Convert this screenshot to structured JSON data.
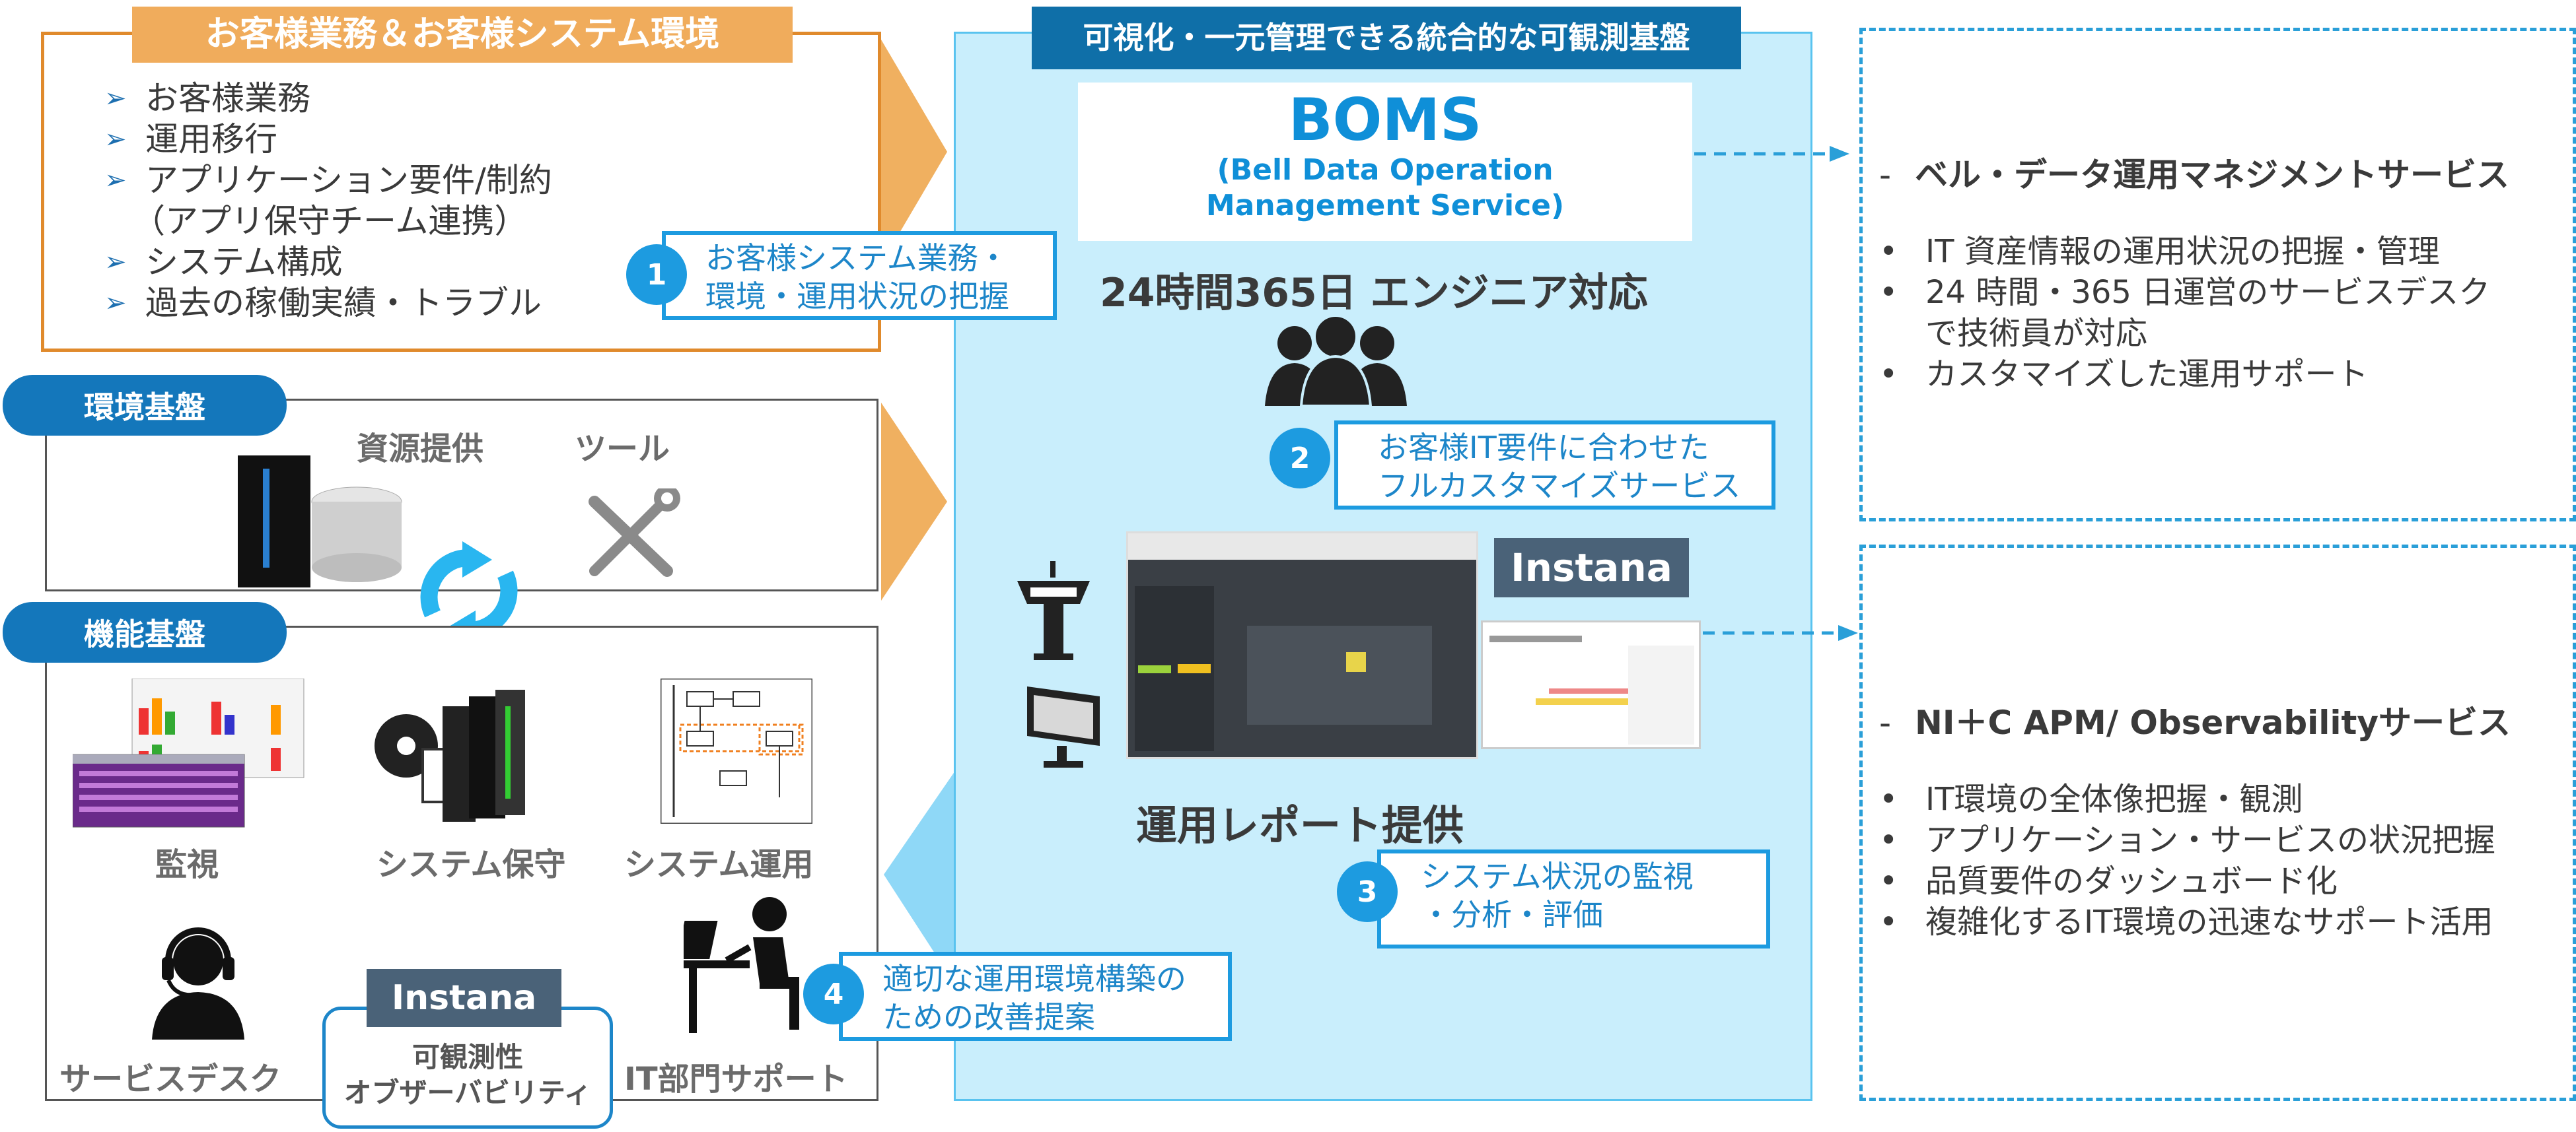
{
  "customer": {
    "title": "お客様業務＆お客様システム環境",
    "items": [
      "お客様業務",
      "運用移行",
      "アプリケーション要件/制約",
      "システム構成",
      "過去の稼働実績・トラブル"
    ],
    "item_sub": "（アプリ保守チーム連携）"
  },
  "env_base": {
    "title": "環境基盤",
    "resource_label": "資源提供",
    "tool_label": "ツール"
  },
  "func_base": {
    "title": "機能基盤",
    "monitor_label": "監視",
    "maintenance_label": "システム保守",
    "operation_label": "システム運用",
    "servicedesk_label": "サービスデスク",
    "itsupport_label": "IT部門サポート",
    "instana_tag": "Instana",
    "observability_line1": "可観測性",
    "observability_line2": "オブザーバビリティ"
  },
  "center": {
    "title": "可視化・一元管理できる統合的な可観測基盤",
    "boms_title": "BOMS",
    "boms_sub1": "(Bell Data Operation",
    "boms_sub2": "Management Service)",
    "engineer_label": "24時間365日 エンジニア対応",
    "instana_tag": "Instana",
    "report_label": "運用レポート提供"
  },
  "callouts": [
    {
      "num": "1",
      "line1": "お客様システム業務・",
      "line2": "環境・運用状況の把握"
    },
    {
      "num": "2",
      "line1": "お客様IT要件に合わせた",
      "line2": "フルカスタマイズサービス"
    },
    {
      "num": "3",
      "line1": "システム状況の監視",
      "line2": "・分析・評価"
    },
    {
      "num": "4",
      "line1": "適切な運用環境構築の",
      "line2": "ための改善提案"
    }
  ],
  "right_top": {
    "title": "ベル・データ運用マネジメントサービス",
    "dash": "-",
    "bullets": [
      "IT 資産情報の運用状況の把握・管理",
      "24 時間・365 日運営のサービスデスク",
      "カスタマイズした運用サポート"
    ],
    "bullet2_cont": "で技術員が対応"
  },
  "right_bottom": {
    "title": "NI＋C APM/ Observabilityサービス",
    "dash": "-",
    "bullets": [
      "IT環境の全体像把握・観測",
      "アプリケーション・サービスの状況把握",
      "品質要件のダッシュボード化",
      "複雑化するIT環境の迅速なサポート活用"
    ]
  },
  "colors": {
    "orange": "#e08a2c",
    "orange_title": "#f0ac5c",
    "blue_dark": "#0f6fa8",
    "blue_light_bg": "#c9eefc",
    "blue_accent": "#1d9be0",
    "instana_gray": "#4a6278"
  }
}
